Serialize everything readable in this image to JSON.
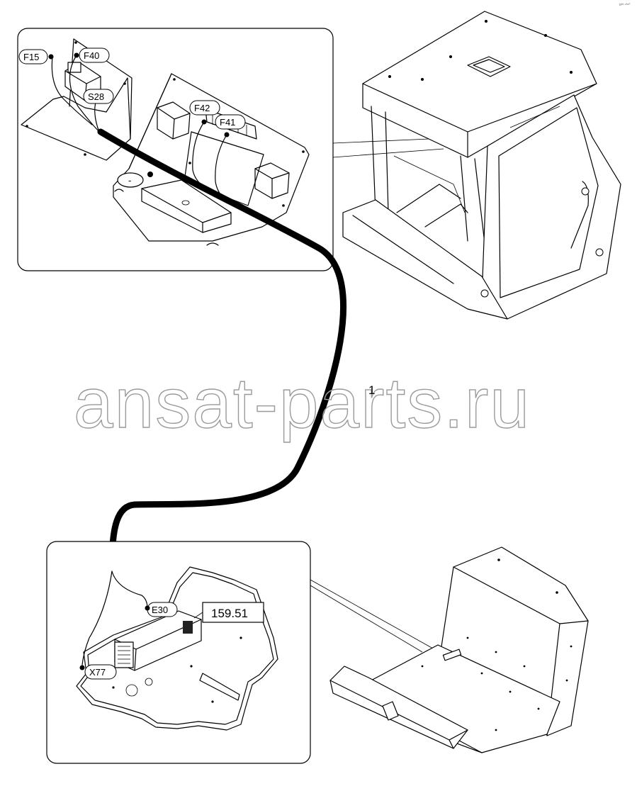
{
  "corner_text": "o³⁵ ¹³⁹⁰",
  "watermark": "ansat-parts.ru",
  "item_number": "1",
  "reference_box": "159.51",
  "callouts": {
    "f15": "F15",
    "f40": "F40",
    "s28": "S28",
    "f42": "F42",
    "f41": "F41",
    "e30": "E30",
    "x77": "X77"
  },
  "panel_minus_sign": "-"
}
